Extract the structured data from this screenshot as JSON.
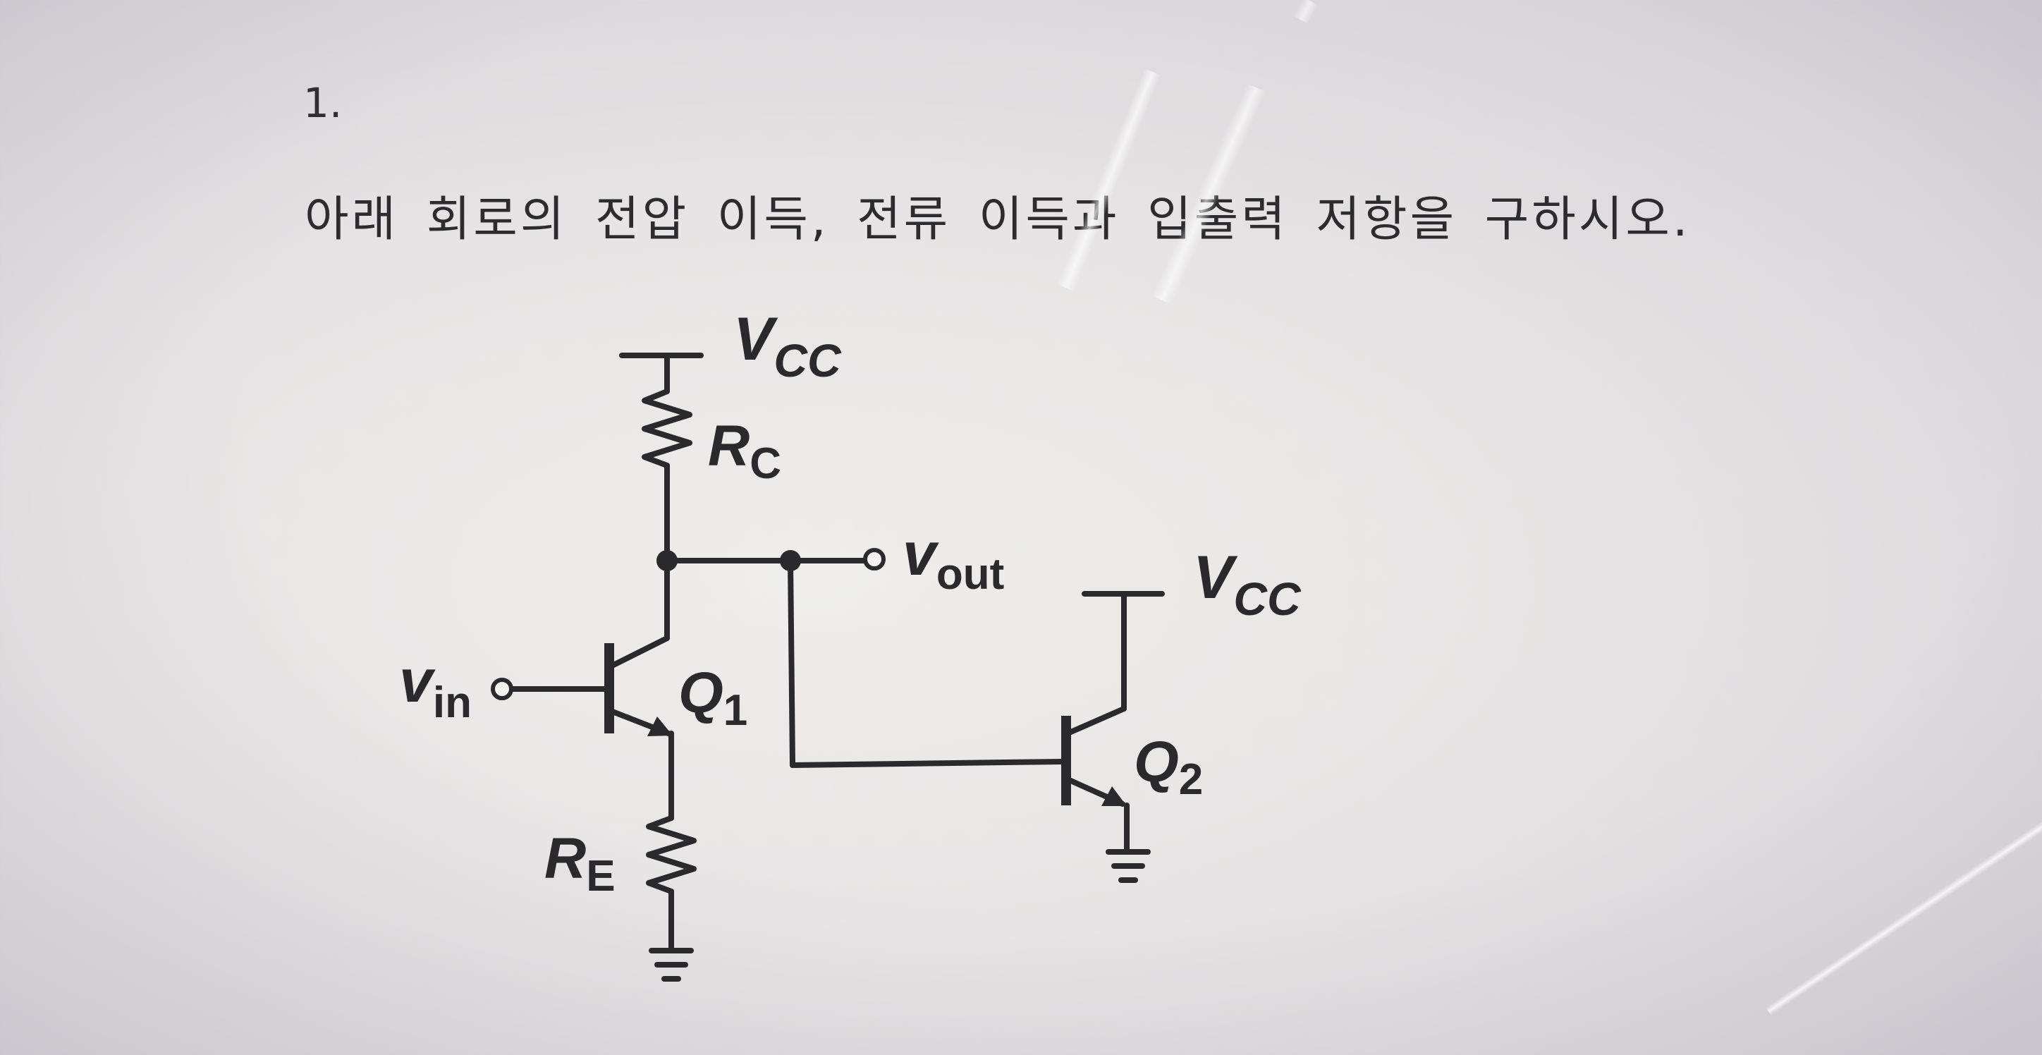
{
  "problem": {
    "number": "1.",
    "text": "아래 회로의 전압 이득, 전류 이득과 입출력 저항을 구하시오."
  },
  "circuit": {
    "vcc_q1": {
      "main": "V",
      "sub": "CC"
    },
    "vcc_q2": {
      "main": "V",
      "sub": "CC"
    },
    "rc": {
      "main": "R",
      "sub": "C"
    },
    "re": {
      "main": "R",
      "sub": "E"
    },
    "vout": {
      "main": "v",
      "sub": "out"
    },
    "vin": {
      "main": "v",
      "sub": "in"
    },
    "q1": {
      "main": "Q",
      "sub": "1"
    },
    "q2": {
      "main": "Q",
      "sub": "2"
    }
  },
  "colors": {
    "ink": "#2a2a2c",
    "background": "#e8e6e6"
  }
}
